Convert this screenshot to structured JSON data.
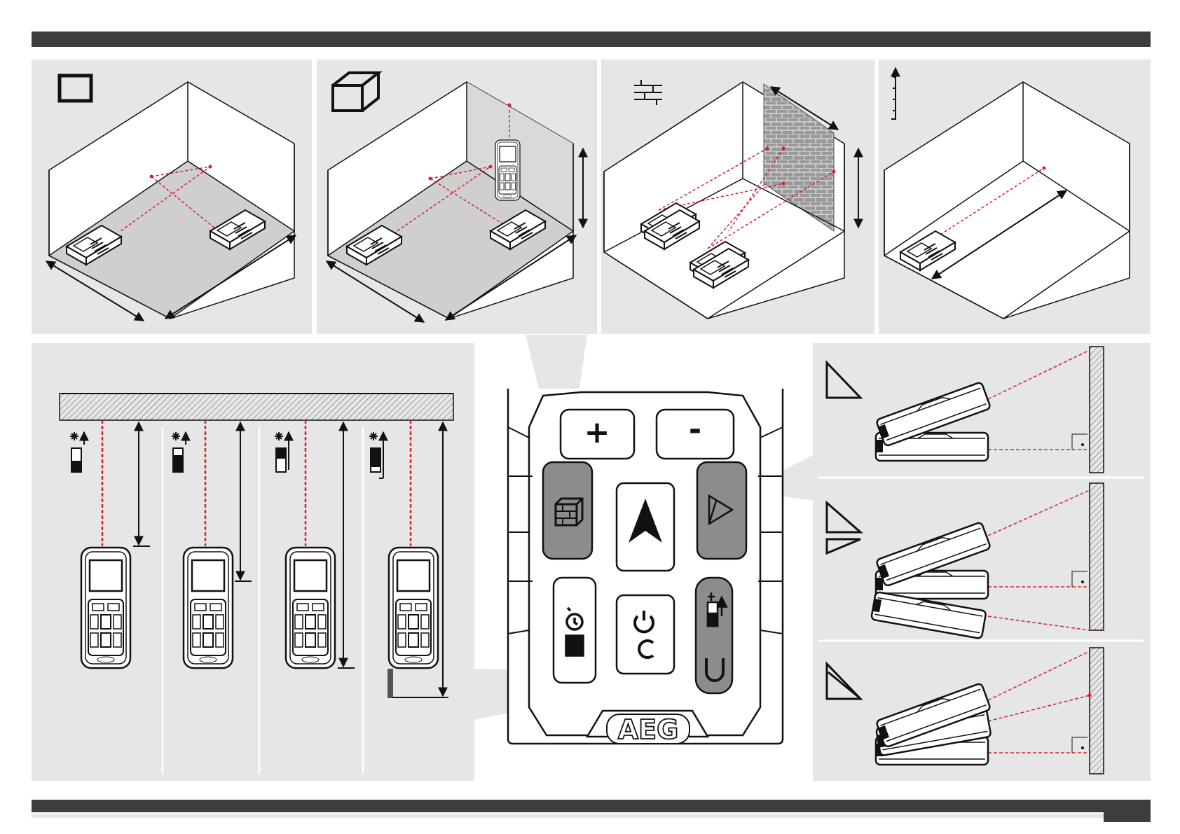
{
  "keypad": {
    "plus_label": "+",
    "minus_label": "-",
    "brand_logo": "AEG",
    "keys": [
      {
        "name": "plus-button",
        "icon": "plus-icon"
      },
      {
        "name": "minus-button",
        "icon": "minus-icon"
      },
      {
        "name": "area-volume-button",
        "icon": "brick-cube-icon",
        "highlighted": true
      },
      {
        "name": "measure-button",
        "icon": "laser-arrow-icon",
        "highlighted": false
      },
      {
        "name": "pythagoras-button",
        "icon": "triangle-icon",
        "highlighted": true
      },
      {
        "name": "timer-memory-button",
        "icon": "timer-memory-icon",
        "highlighted": false
      },
      {
        "name": "power-clear-button",
        "icon": "power-c-icon",
        "highlighted": false
      },
      {
        "name": "reference-units-button",
        "icon": "reference-u-icon",
        "highlighted": true
      }
    ]
  },
  "panels": [
    {
      "name": "area-measurement",
      "icon": "square-icon"
    },
    {
      "name": "volume-measurement",
      "icon": "cube-icon"
    },
    {
      "name": "wall-area-measurement",
      "icon": "wall-area-icon"
    },
    {
      "name": "single-distance-measurement",
      "icon": "distance-icon"
    },
    {
      "name": "reference-point-settings",
      "icon": "reference-icon"
    },
    {
      "name": "pythagoras-measurements",
      "icon": "triangle-icon"
    }
  ],
  "colors": {
    "band": "#3d3d3d",
    "panel": "#e6e6e6",
    "laser": "#d2232a",
    "key_highlight": "#8c8c8c",
    "room_floor": "#cfcfcf"
  }
}
